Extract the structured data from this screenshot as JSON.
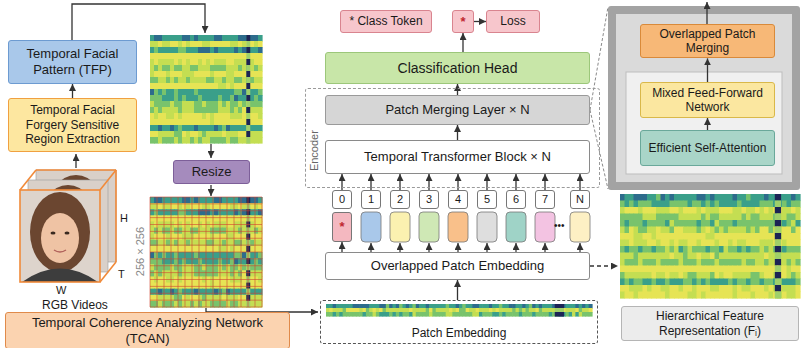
{
  "diagram": {
    "nodes": [
      {
        "text": [
          "Temporal Facial Pattern (TFP)"
        ]
      },
      {
        "text": [
          "Temporal Facial Forgery Sensitive Region Extraction"
        ]
      },
      {
        "text": [
          "Resize"
        ]
      },
      {
        "text": [
          "* Class Token"
        ]
      },
      {
        "text": [
          "*"
        ]
      },
      {
        "text": [
          "Loss"
        ]
      },
      {
        "text": [
          "Classification Head"
        ]
      },
      {
        "text": [
          "Encoder"
        ]
      },
      {
        "text": [
          "Patch Merging Layer × N"
        ],
        "in": 7
      },
      {
        "text": [
          "Temporal Transformer Block × N"
        ],
        "in": 7
      },
      {
        "text": [
          "Overlapped Patch Merging"
        ]
      },
      {
        "text": [
          "Mixed Feed-Forward Network"
        ]
      },
      {
        "text": [
          "Efficient Self-Attention"
        ]
      },
      {
        "text": [
          "0"
        ]
      },
      {
        "text": [
          "*"
        ]
      },
      {
        "text": [
          "1"
        ]
      },
      {
        "text": [
          "2"
        ]
      },
      {
        "text": [
          "3"
        ]
      },
      {
        "text": [
          "4"
        ]
      },
      {
        "text": [
          "5"
        ]
      },
      {
        "text": [
          "6"
        ]
      },
      {
        "text": [
          "7"
        ]
      },
      {
        "text": [
          "N"
        ]
      },
      {
        "text": [
          "Overlapped Patch Embedding"
        ]
      },
      {
        "text": [
          "Patch Embedding"
        ]
      },
      {
        "text": [
          "Hierarchical Feature Representation (Fᵢ)"
        ]
      },
      {
        "text": [
          "Temporal Coherence Analyzing Network (TCAN)"
        ]
      }
    ],
    "edges": [
      {
        "from": 1,
        "to": 0,
        "arrow": "to"
      },
      {
        "from": 9,
        "to": 8,
        "arrow": "to"
      },
      {
        "from": 8,
        "to": 6,
        "arrow": "to"
      },
      {
        "from": 6,
        "to": 4,
        "arrow": "to"
      },
      {
        "from": 4,
        "to": 5,
        "arrow": "to"
      },
      {
        "from": 12,
        "to": 11,
        "arrow": "to"
      },
      {
        "from": 11,
        "to": 10,
        "arrow": "to"
      },
      {
        "from": 23,
        "to": 14,
        "arrow": "to"
      },
      {
        "from": 13,
        "to": 9,
        "arrow": "to"
      },
      {
        "from": 15,
        "to": 9,
        "arrow": "to"
      },
      {
        "from": 16,
        "to": 9,
        "arrow": "to"
      },
      {
        "from": 17,
        "to": 9,
        "arrow": "to"
      },
      {
        "from": 18,
        "to": 9,
        "arrow": "to"
      },
      {
        "from": 19,
        "to": 9,
        "arrow": "to"
      },
      {
        "from": 20,
        "to": 9,
        "arrow": "to"
      },
      {
        "from": 21,
        "to": 9,
        "arrow": "to"
      },
      {
        "from": 22,
        "to": 9,
        "arrow": "to"
      },
      {
        "from": 24,
        "to": 23,
        "arrow": "to"
      },
      {
        "from": 23,
        "to": 25,
        "arrow": "to"
      }
    ],
    "labels": [
      "RGB Videos",
      "H",
      "W",
      "T",
      "256 × 256",
      "•••"
    ]
  }
}
